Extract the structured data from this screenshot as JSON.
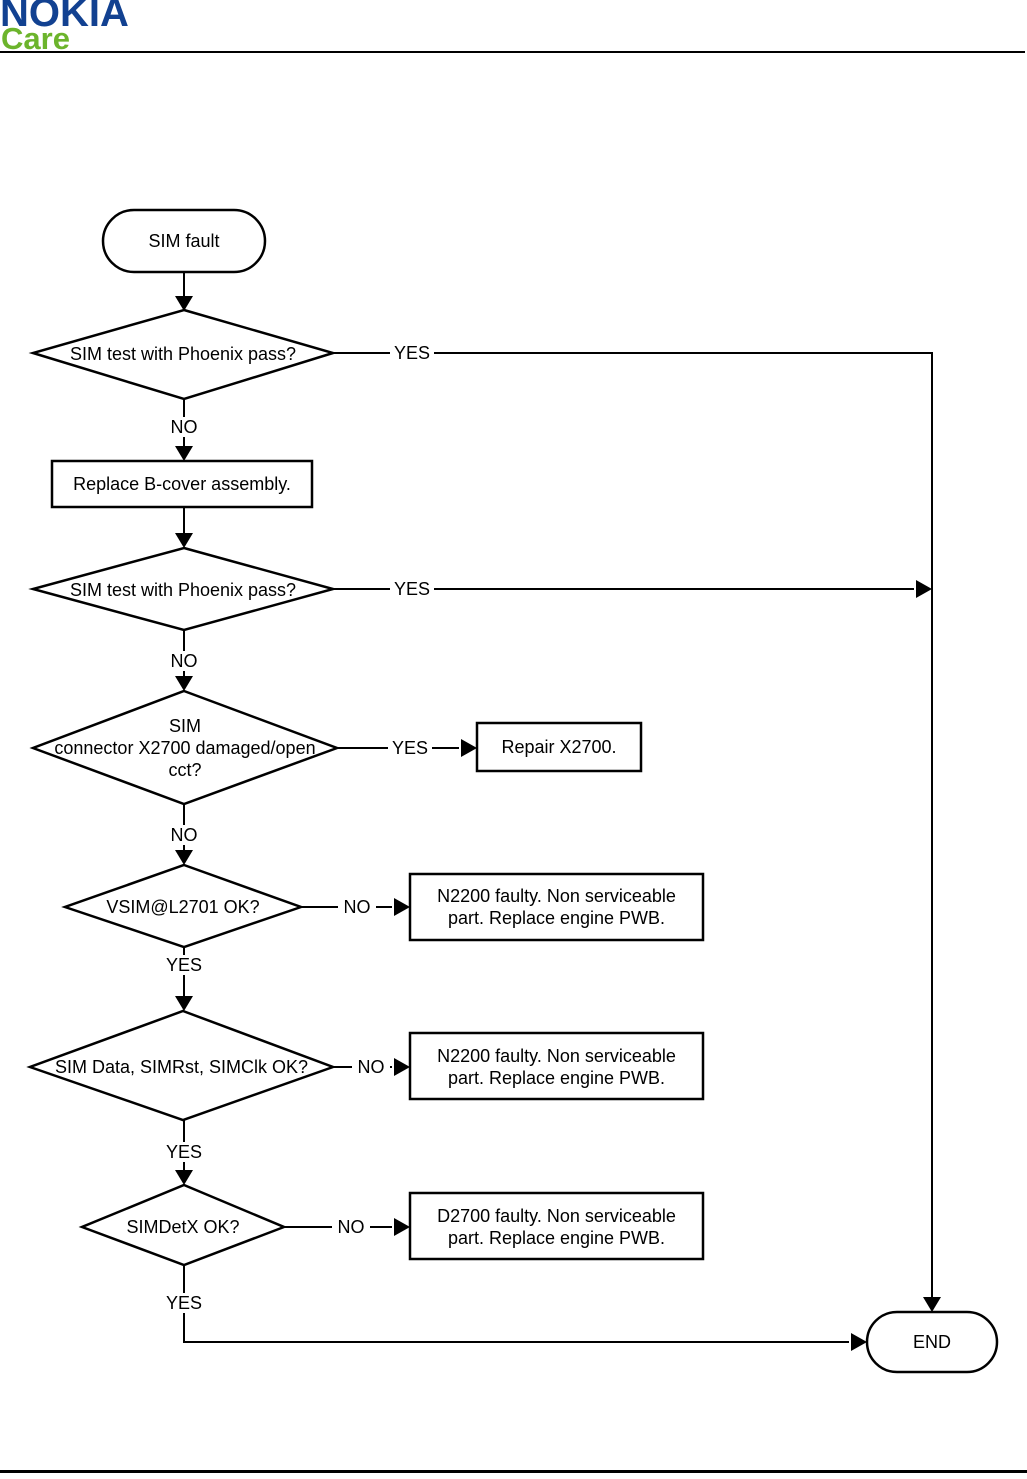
{
  "header": {
    "brand": "NOKIA",
    "sub_brand": "Care"
  },
  "colors": {
    "brand_blue": "#124191",
    "brand_green": "#6CB42C",
    "diagram_stroke": "#000000",
    "background": "#ffffff"
  },
  "flowchart": {
    "start": {
      "label": "SIM fault"
    },
    "decision_phoenix_1": {
      "label": "SIM test with Phoenix pass?",
      "yes_label": "YES",
      "no_label": "NO"
    },
    "process_replace_bcover": {
      "label": "Replace B-cover assembly."
    },
    "decision_phoenix_2": {
      "label": "SIM test with Phoenix pass?",
      "yes_label": "YES",
      "no_label": "NO"
    },
    "decision_connector": {
      "line1": "SIM",
      "line2": "connector X2700 damaged/open",
      "line3": "cct?",
      "yes_label": "YES",
      "no_label": "NO"
    },
    "process_repair_x2700": {
      "label": "Repair X2700."
    },
    "decision_vsim": {
      "label": "VSIM@L2701 OK?",
      "yes_label": "YES",
      "no_label": "NO"
    },
    "process_n2200_a": {
      "line1": "N2200 faulty. Non serviceable",
      "line2": "part. Replace engine PWB."
    },
    "decision_simdata": {
      "label": "SIM Data, SIMRst, SIMClk OK?",
      "yes_label": "YES",
      "no_label": "NO"
    },
    "process_n2200_b": {
      "line1": "N2200 faulty. Non serviceable",
      "line2": "part. Replace engine PWB."
    },
    "decision_simdetx": {
      "label": "SIMDetX OK?",
      "yes_label": "YES",
      "no_label": "NO"
    },
    "process_d2700": {
      "line1": "D2700 faulty. Non serviceable",
      "line2": "part. Replace engine PWB."
    },
    "end": {
      "label": "END"
    }
  }
}
